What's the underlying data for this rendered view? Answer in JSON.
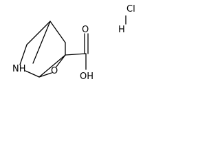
{
  "molecule": {
    "atoms": {
      "nitrogen": "NH",
      "ring_oxygen": "O",
      "carbonyl_oxygen": "O",
      "hydroxyl": "OH"
    },
    "salt": {
      "chlorine": "Cl",
      "hydrogen": "H"
    }
  },
  "colors": {
    "bond": "#000000",
    "label": "#000000",
    "background": "#ffffff"
  }
}
